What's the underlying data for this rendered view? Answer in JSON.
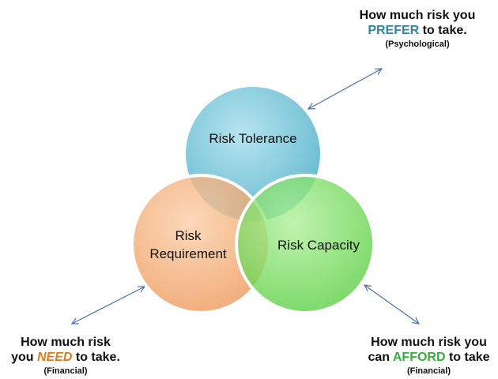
{
  "circles": [
    {
      "id": "tolerance",
      "label_lines": [
        "Risk Tolerance"
      ],
      "color": "#4fb1c9"
    },
    {
      "id": "requirement",
      "label_lines": [
        "Risk",
        "Requirement"
      ],
      "color": "#f0a36a"
    },
    {
      "id": "capacity",
      "label_lines": [
        "Risk Capacity"
      ],
      "color": "#6fdb56"
    }
  ],
  "callouts": {
    "top": {
      "pre": "How much risk you",
      "keyword": "PREFER",
      "post": " to take.",
      "sub": "(Psychological)",
      "keyword_color": "#2e86a3"
    },
    "left": {
      "line1": "How much risk",
      "pre": "you ",
      "keyword": "NEED",
      "post": " to take.",
      "sub": "(Financial)",
      "keyword_color": "#e07b1a"
    },
    "right": {
      "line1": "How much risk you",
      "pre": "can ",
      "keyword": "AFFORD",
      "post": " to take",
      "sub": "(Financial)",
      "keyword_color": "#33b233"
    }
  },
  "arrow_color": "#4a6fb5"
}
